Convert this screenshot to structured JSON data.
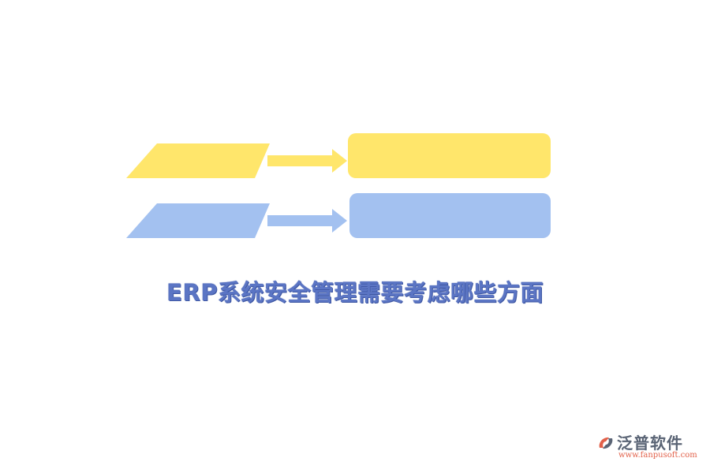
{
  "title": "ERP系统安全管理需要考虑哪些方面",
  "rows": [
    {
      "color": "#ffe66b",
      "label": ""
    },
    {
      "color": "#a3c1f0",
      "label": ""
    }
  ],
  "logo": {
    "name": "泛普软件",
    "url": "www.fanpusoft.com",
    "icon_colors": [
      "#e2614a",
      "#5a6475"
    ]
  }
}
